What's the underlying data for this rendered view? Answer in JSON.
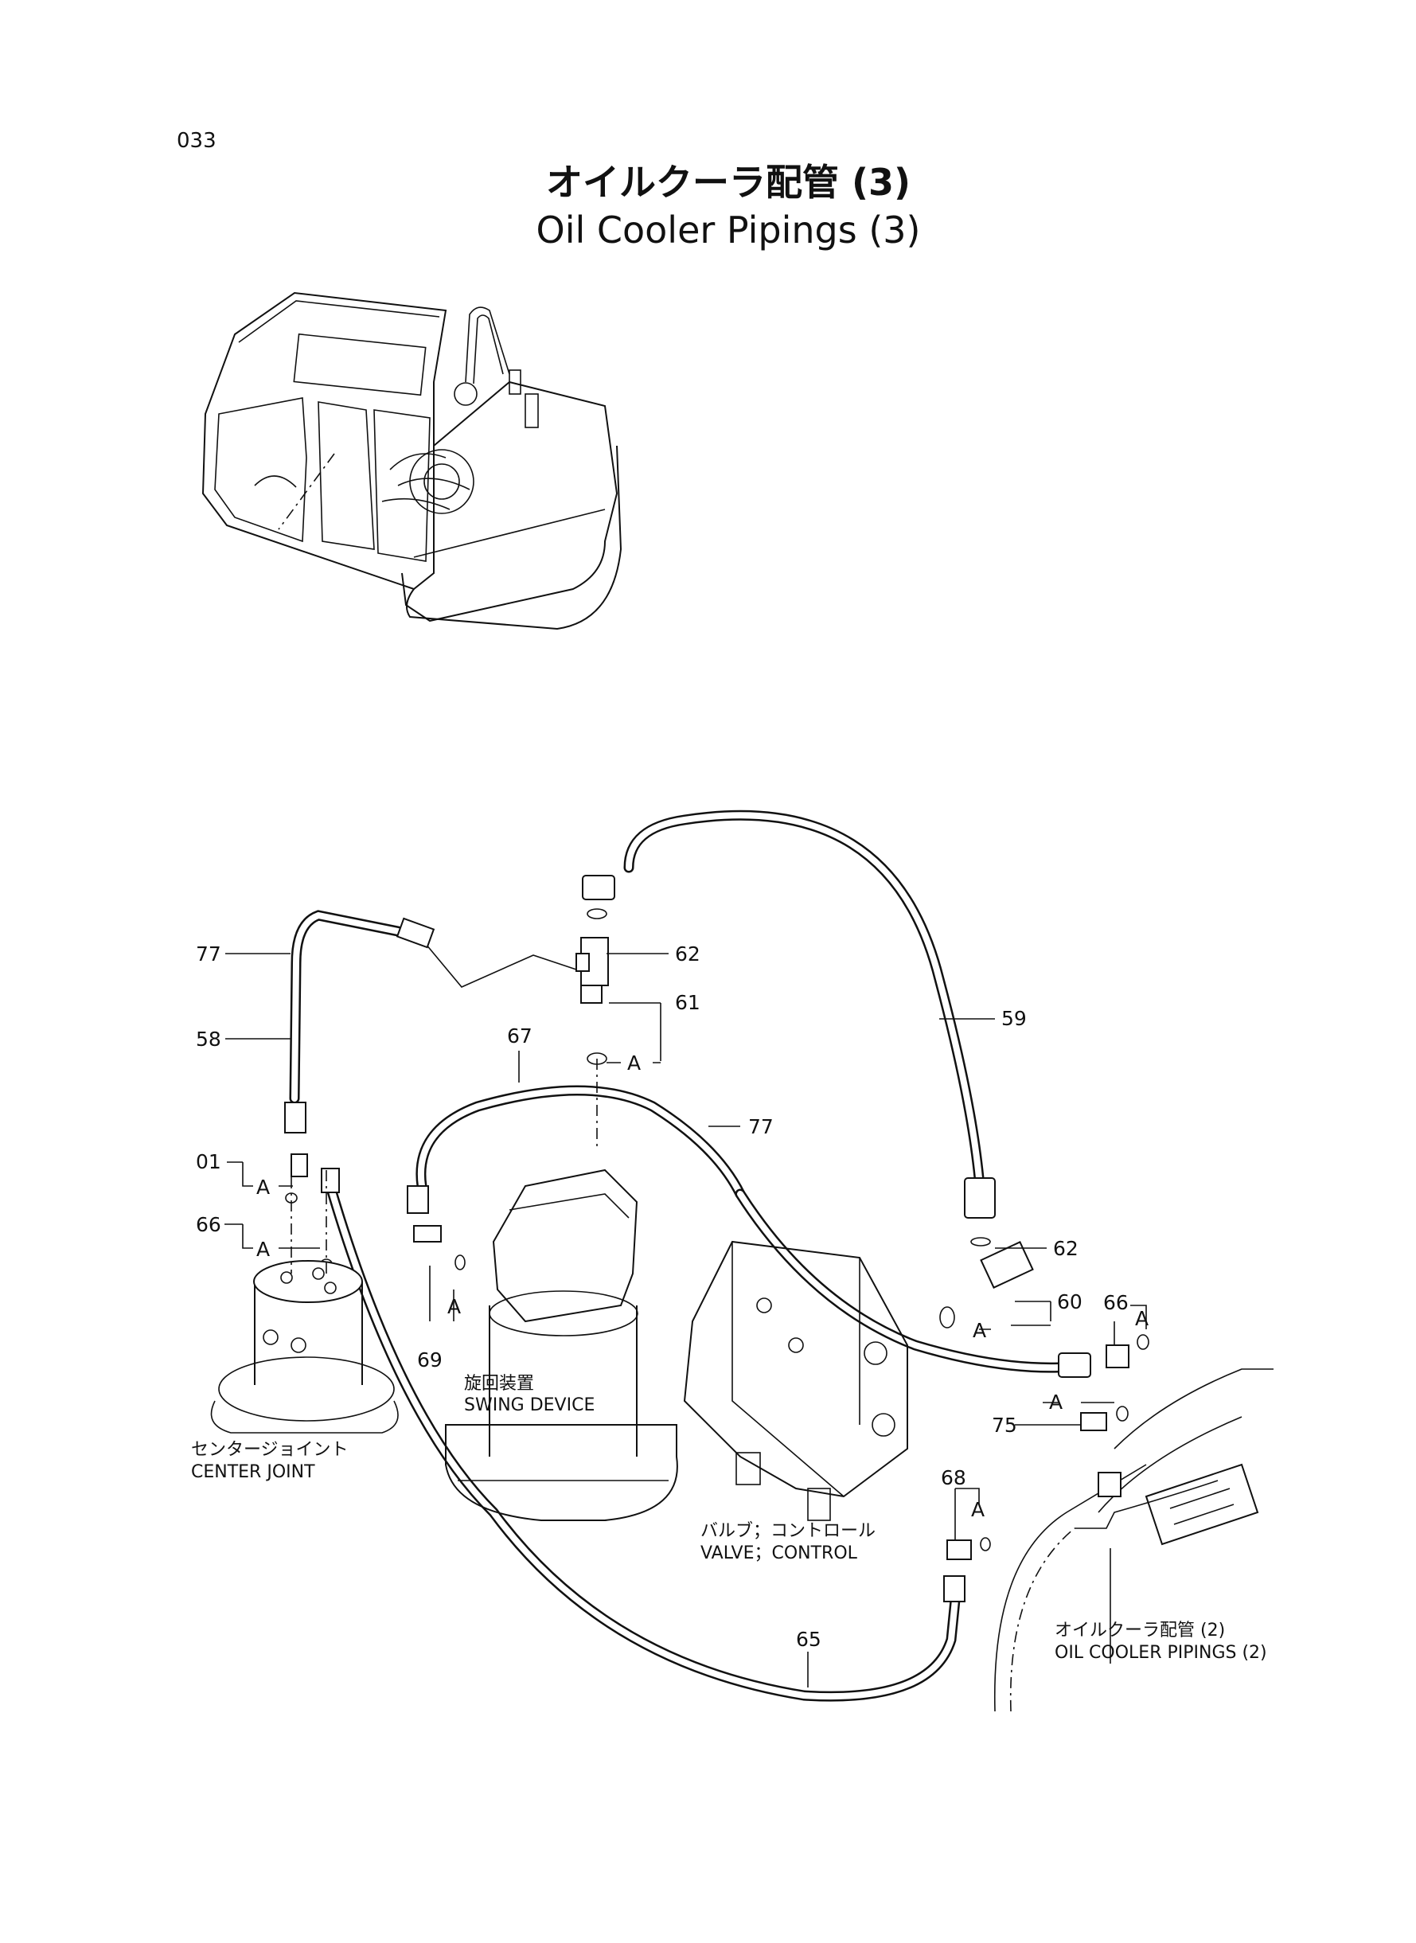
{
  "page_number": "033",
  "title_jp": "オイルクーラ配管 (3)",
  "title_en": "Oil Cooler Pipings (3)",
  "part_numbers": {
    "p01": "01",
    "p58": "58",
    "p59": "59",
    "p60": "60",
    "p61": "61",
    "p62a": "62",
    "p62b": "62",
    "p65": "65",
    "p66a": "66",
    "p66b": "66",
    "p67": "67",
    "p68": "68",
    "p69": "69",
    "p75": "75",
    "p77a": "77",
    "p77b": "77"
  },
  "marker_a": "A",
  "components": {
    "swing_device_jp": "旋回装置",
    "swing_device_en": "SWING DEVICE",
    "center_joint_jp": "センタージョイント",
    "center_joint_en": "CENTER JOINT",
    "valve_jp": "バルブ；コントロール",
    "valve_en": "VALVE；CONTROL",
    "oil_cooler_ref_jp": "オイルクーラ配管 (2)",
    "oil_cooler_ref_en": "OIL COOLER PIPINGS (2)"
  }
}
